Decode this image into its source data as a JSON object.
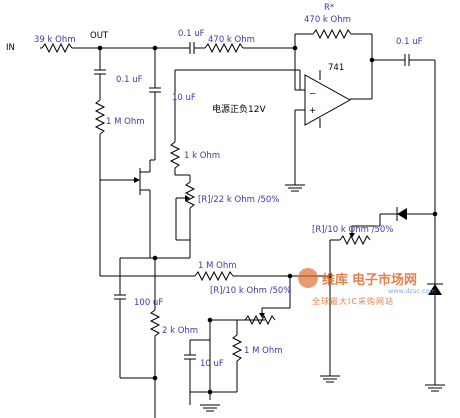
{
  "labels": {
    "in": "IN",
    "out": "OUT",
    "r_in": "39 k Ohm",
    "c_top": "0.1 uF",
    "r_top": "470 k Ohm",
    "r_star": "R*",
    "r_fb": "470 k Ohm",
    "c_out": "0.1 uF",
    "opamp": "741",
    "c_left": "0.1 uF",
    "r_left": "1 M Ohm",
    "c_10u_top": "10 uF",
    "power": "电源正负12V",
    "r_1k": "1 k Ohm",
    "pot_22k": "[R]/22 k Ohm /50%",
    "pot_10k_a": "[R]/10 k Ohm /50%",
    "r_1m_mid": "1 M Ohm",
    "pot_10k_b": "[R]/10 k Ohm /50%",
    "c_100u": "100 uF",
    "r_2k": "2 k Ohm",
    "c_10u_bot": "10 uF",
    "r_1m_bot": "1 M Ohm"
  },
  "watermark": {
    "brand": "维库",
    "title": "电子市场网",
    "url": "www.dzsc.com",
    "sub": "全球最大IC采购网站"
  }
}
